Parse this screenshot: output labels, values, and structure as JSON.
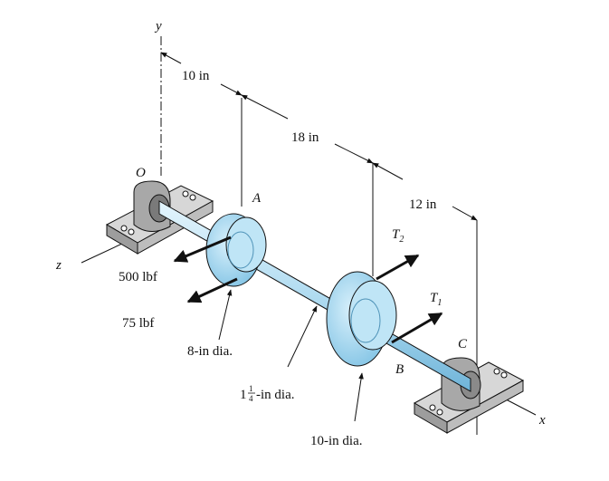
{
  "axes": {
    "y": "y",
    "z": "z",
    "x": "x",
    "origin": "O"
  },
  "points": {
    "a": "A",
    "b": "B",
    "c": "C"
  },
  "dimensions": {
    "d1": "10 in",
    "d2": "18 in",
    "d3": "12 in"
  },
  "loads": {
    "f1": "500 lbf",
    "f2": "75 lbf",
    "t2_main": "T",
    "t2_sub": "2",
    "t1_main": "T",
    "t1_sub": "1"
  },
  "notes": {
    "pulley_a_dia": "8-in dia.",
    "shaft_dia_whole": "1",
    "shaft_dia_num": "1",
    "shaft_dia_den": "4",
    "shaft_dia_rest": "-in dia.",
    "pulley_b_dia": "10-in dia."
  },
  "colors": {
    "shaft": "#a9d8ef",
    "pulley": "#9fd3ee",
    "bearing": "#b8b8b8",
    "line": "#111111"
  }
}
